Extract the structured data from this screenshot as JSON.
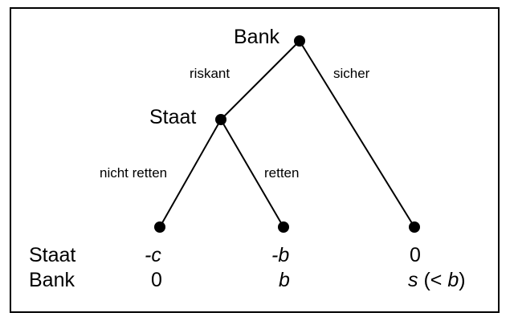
{
  "diagram": {
    "nodes": {
      "bank": "Bank",
      "staat": "Staat"
    },
    "edges": {
      "riskant": "riskant",
      "sicher": "sicher",
      "nicht_retten": "nicht retten",
      "retten": "retten"
    },
    "payoffs": {
      "row_labels": [
        "Staat",
        "Bank"
      ],
      "leaf1": {
        "staat": "-c",
        "bank": "0"
      },
      "leaf2": {
        "staat": "-b",
        "bank": "b"
      },
      "leaf3": {
        "staat": "0",
        "bank_var": "s",
        "bank_rest_open": " (< ",
        "bank_rest_var": "b",
        "bank_rest_close": ")"
      }
    }
  }
}
